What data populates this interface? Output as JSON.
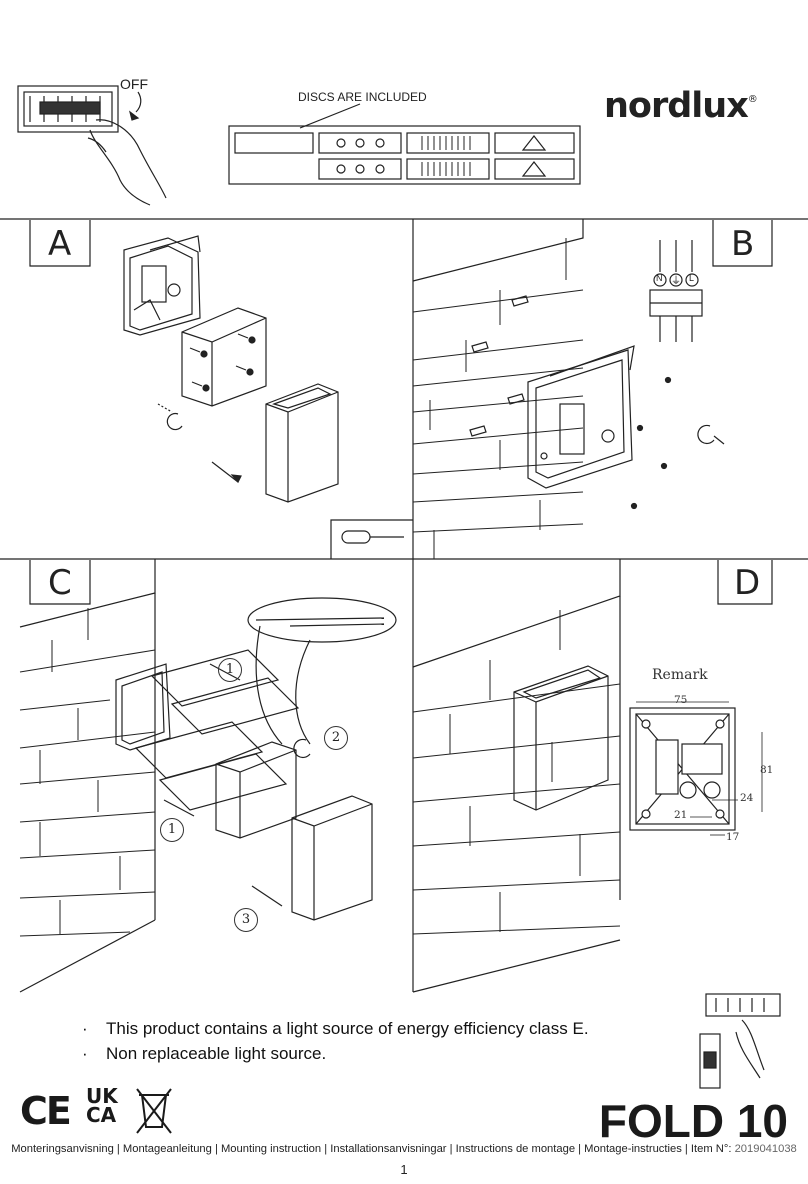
{
  "header": {
    "off_label": "OFF",
    "discs_label": "DISCS ARE INCLUDED",
    "brand": "nordlux",
    "brand_mark": "®"
  },
  "sections": {
    "a": "A",
    "b": "B",
    "c": "C",
    "d": "D"
  },
  "wiring_labels": [
    "N",
    "⏚",
    "L"
  ],
  "steps": {
    "c_step1_top": "1",
    "c_step2": "2",
    "c_step1_bottom": "1",
    "c_step3": "3"
  },
  "remark": {
    "title": "Remark",
    "dim_width": "75",
    "dim_height": "81",
    "dim_24": "24",
    "dim_21": "21",
    "dim_17": "17"
  },
  "notes": [
    "This product contains a light source of energy efficiency class E.",
    "Non replaceable light source."
  ],
  "bullet_char": "·",
  "certification_marks": [
    "CE",
    "UK CA",
    "WEEE bin"
  ],
  "product_title": "FOLD 10",
  "footer": {
    "text": "Monteringsanvisning | Montageanleitung | Mounting instruction | Installationsanvisningar | Instructions de montage | Montage-instructies | Item N°: ",
    "item_number": "2019041038",
    "page": "1"
  },
  "icons": [
    "breaker-switch-icon",
    "hand-icon",
    "screwdriver-icon",
    "retaining-clip-icon",
    "wire-terminal-icon",
    "ce-mark-icon",
    "ukca-mark-icon",
    "weee-bin-icon"
  ]
}
